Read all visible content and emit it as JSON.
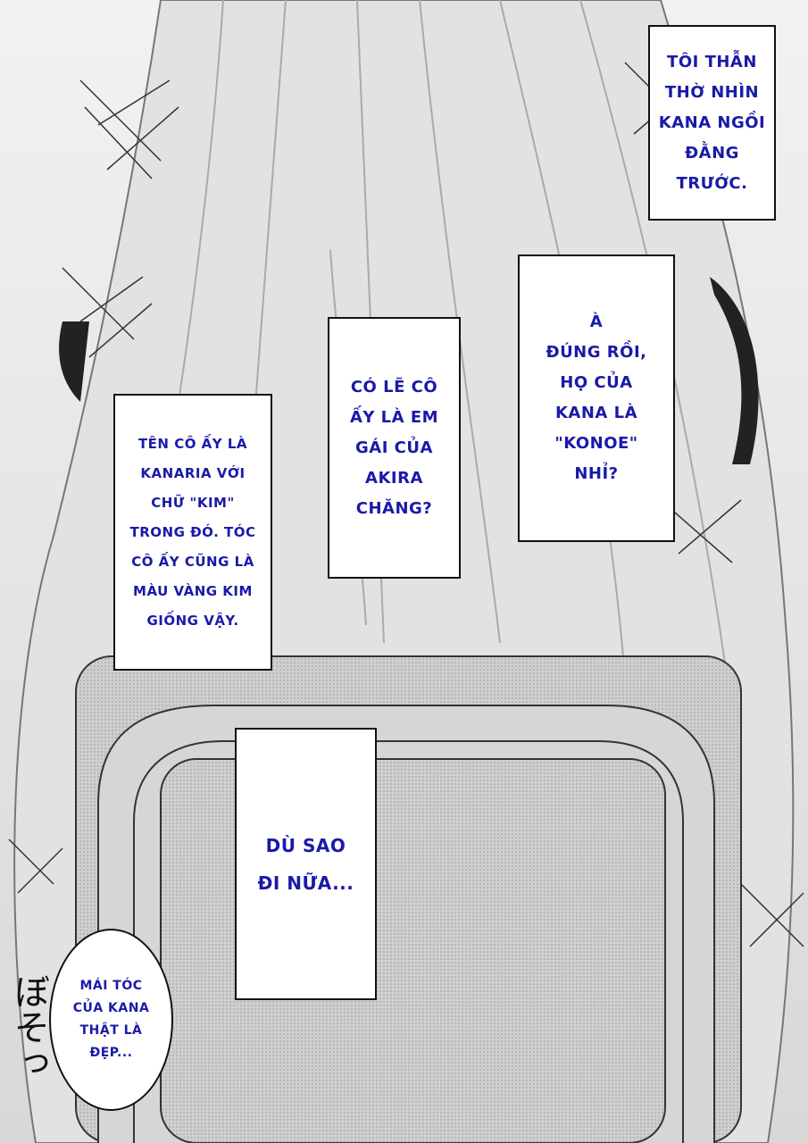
{
  "panel": {
    "captions": [
      {
        "lines": [
          "TÔI THẪN",
          "THỜ NHÌN",
          "KANA NGỒI",
          "ĐẰNG",
          "TRƯỚC."
        ]
      },
      {
        "lines": [
          "À",
          "ĐÚNG RỒI,",
          "HỌ CỦA",
          "KANA LÀ",
          "\"KONOE\"",
          "NHỈ?"
        ]
      },
      {
        "lines": [
          "CÓ LẼ CÔ",
          "ẤY LÀ EM",
          "GÁI CỦA",
          "AKIRA",
          "CHĂNG?"
        ]
      },
      {
        "lines": [
          "TÊN CÔ ẤY LÀ",
          "KANARIA VỚI",
          "CHỮ \"KIM\"",
          "TRONG ĐÓ. TÓC",
          "CÔ ẤY CŨNG LÀ",
          "MÀU VÀNG KIM",
          "GIỐNG VẬY."
        ]
      },
      {
        "lines": [
          "DÙ SAO",
          "ĐI NỮA..."
        ]
      }
    ],
    "bubble": {
      "lines": [
        "MÁI TÓC",
        "CỦA KANA",
        "THẬT LÀ",
        "ĐẸP..."
      ]
    },
    "sfx": "ぼそっ",
    "colors": {
      "text": "#1a1aa8",
      "background": "#e6e6e6"
    }
  }
}
